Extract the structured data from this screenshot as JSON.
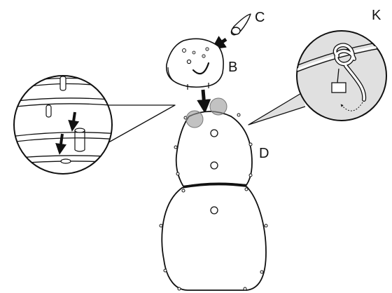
{
  "labels": {
    "c": "C",
    "k": "K",
    "b": "B",
    "d": "D"
  },
  "colors": {
    "outline": "#111111",
    "callout_fill": "#e0e0e0",
    "contact_dot": "#9a9a9a",
    "background": "#ffffff"
  },
  "icons": {
    "carrot": "carrot-nose-piece",
    "face": "snowman-head-piece",
    "body": "snowman-body-assembly",
    "left_detail": "peg-insertion-callout",
    "right_detail": "knot-detail-callout"
  }
}
